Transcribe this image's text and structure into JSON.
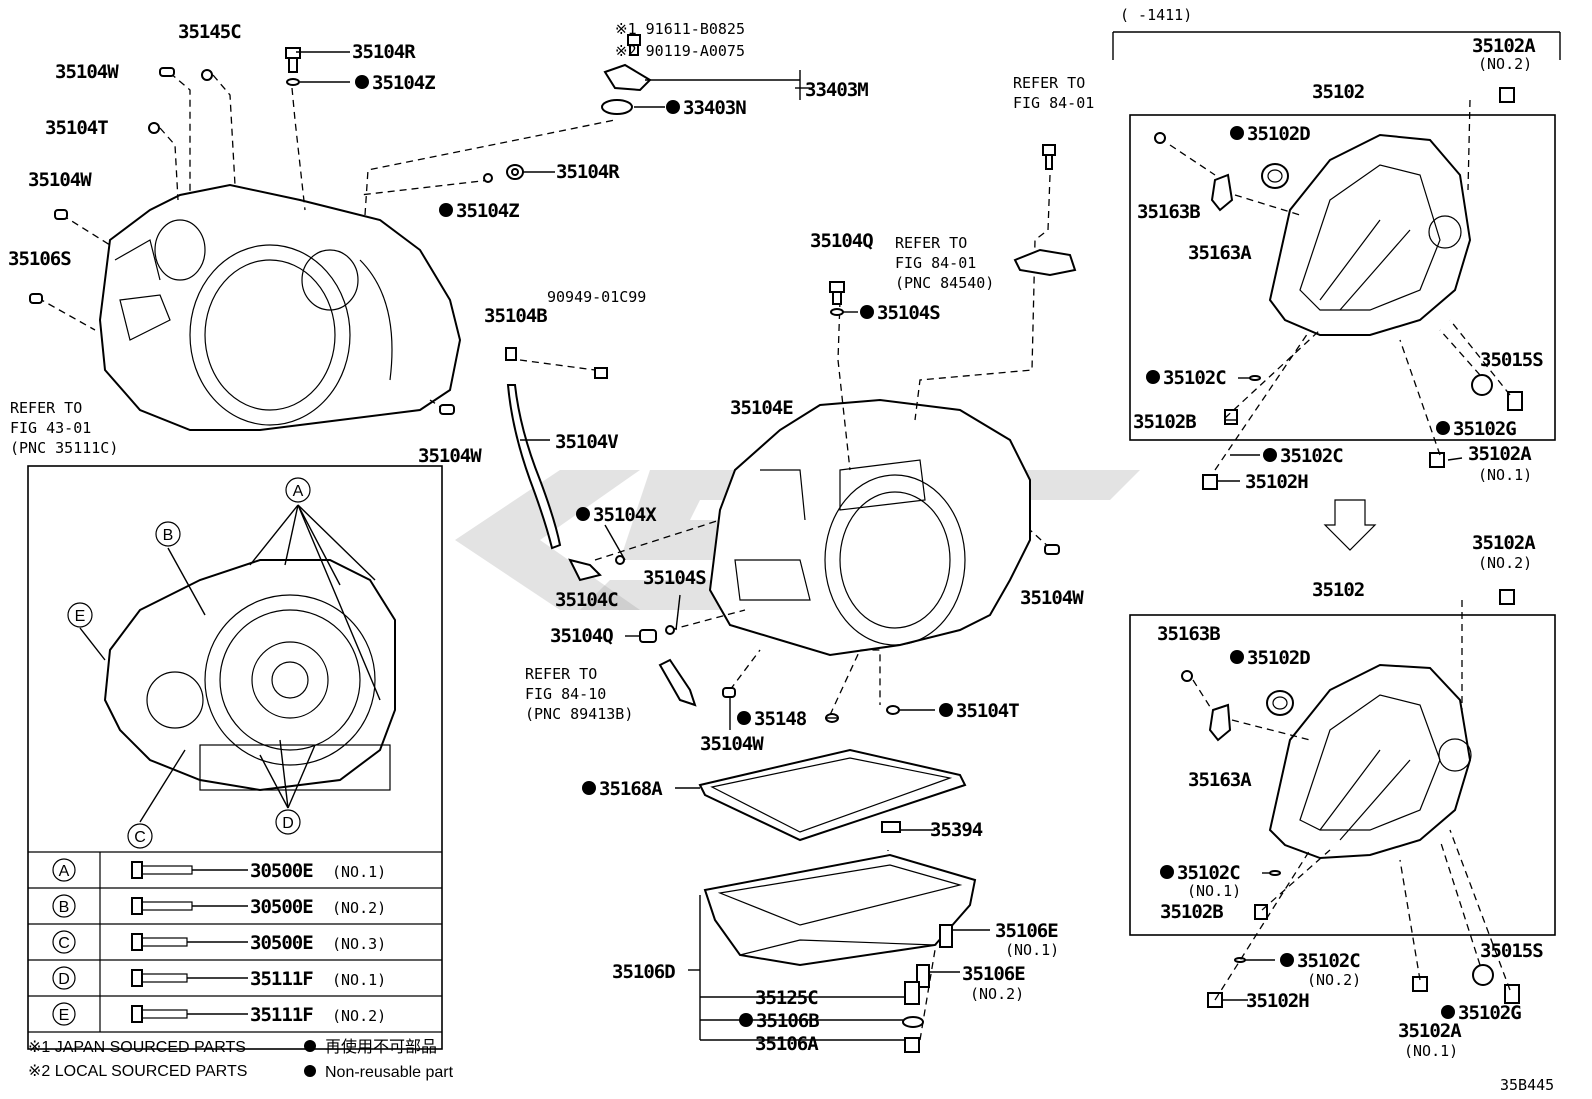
{
  "diagram_code": "35B445",
  "range_label": "(      -1411)",
  "legend": {
    "note1": "※1 JAPAN SOURCED PARTS",
    "note2": "※2 LOCAL SOURCED PARTS",
    "jp_nonreuse": "再使用不可部品",
    "nonreuse": "Non-reusable part"
  },
  "bolt_table": [
    {
      "letter": "A",
      "part": "30500E",
      "note": "(NO.1)"
    },
    {
      "letter": "B",
      "part": "30500E",
      "note": "(NO.2)"
    },
    {
      "letter": "C",
      "part": "30500E",
      "note": "(NO.3)"
    },
    {
      "letter": "D",
      "part": "35111F",
      "note": "(NO.1)"
    },
    {
      "letter": "E",
      "part": "35111F",
      "note": "(NO.2)"
    }
  ],
  "callout_letters": [
    "A",
    "B",
    "C",
    "D",
    "E"
  ],
  "refs": {
    "r1": [
      "REFER TO",
      "FIG 43-01",
      "(PNC 35111C)"
    ],
    "r2": [
      "REFER TO",
      "FIG 84-01"
    ],
    "r3": [
      "REFER TO",
      "FIG 84-01",
      "(PNC 84540)"
    ],
    "r4": [
      "REFER TO",
      "FIG 84-10",
      "(PNC 89413B)"
    ]
  },
  "labels": {
    "p35145C": "35145C",
    "p35104W_a": "35104W",
    "p35104T_a": "35104T",
    "p35104W_b": "35104W",
    "p35106S": "35106S",
    "p35104R_a": "35104R",
    "p35104Z_a": "35104Z",
    "p91611": "※1 91611-B0825",
    "p90119": "※2 90119-A0075",
    "p33403M": "33403M",
    "p33403N": "33403N",
    "p35104R_b": "35104R",
    "p35104Z_b": "35104Z",
    "p35104W_c": "35104W",
    "p90949": "90949-01C99",
    "p35104B": "35104B",
    "p35104V": "35104V",
    "p35104Q_a": "35104Q",
    "p35104S_a": "35104S",
    "p35104E": "35104E",
    "p35104X": "35104X",
    "p35104C": "35104C",
    "p35104S_b": "35104S",
    "p35104Q_b": "35104Q",
    "p35104W_d": "35104W",
    "p35148": "35148",
    "p35104T_b": "35104T",
    "p35104W_e": "35104W",
    "p35168A": "35168A",
    "p35394": "35394",
    "p35106E_1": "35106E",
    "p35106E_1n": "(NO.1)",
    "p35106E_2": "35106E",
    "p35106E_2n": "(NO.2)",
    "p35106D": "35106D",
    "p35125C": "35125C",
    "p35106B": "35106B",
    "p35106A": "35106A",
    "t35102A_top": "35102A",
    "t35102A_topn": "(NO.2)",
    "t35102": "35102",
    "t35102D": "35102D",
    "t35163B": "35163B",
    "t35163A": "35163A",
    "t35102C": "35102C",
    "t35015S": "35015S",
    "t35102B": "35102B",
    "t35102G": "35102G",
    "t35102C_b": "35102C",
    "t35102A_b": "35102A",
    "t35102A_bn": "(NO.1)",
    "t35102H": "35102H",
    "b35102A_top": "35102A",
    "b35102A_topn": "(NO.2)",
    "b35102": "35102",
    "b35163B": "35163B",
    "b35102D": "35102D",
    "b35163A": "35163A",
    "b35102C_1": "35102C",
    "b35102C_1n": "(NO.1)",
    "b35102B": "35102B",
    "b35015S": "35015S",
    "b35102C_2": "35102C",
    "b35102C_2n": "(NO.2)",
    "b35102H": "35102H",
    "b35102G": "35102G",
    "b35102A_b": "35102A",
    "b35102A_bn": "(NO.1)"
  }
}
